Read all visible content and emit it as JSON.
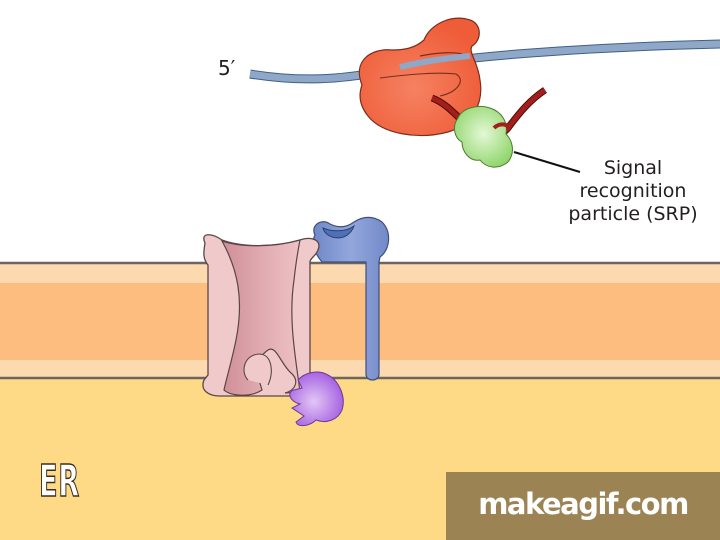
{
  "diagram": {
    "title": "Co-translational targeting of a ribosome to the ER membrane",
    "labels": {
      "mrna_end": "5′",
      "srp_lines": [
        "Signal",
        "recognition",
        "particle (SRP)"
      ],
      "compartment": "ER"
    },
    "components": [
      {
        "id": "mrna",
        "name": "mRNA strand",
        "color": "#8fa8c8"
      },
      {
        "id": "ribosome",
        "name": "Ribosome",
        "color": "#f0623f"
      },
      {
        "id": "signal-peptide",
        "name": "Nascent polypeptide / signal sequence",
        "color": "#a31f1c"
      },
      {
        "id": "srp",
        "name": "Signal recognition particle (SRP)",
        "color": "#9edb7a"
      },
      {
        "id": "translocon",
        "name": "Translocation channel (translocon)",
        "color": "#efc6c6"
      },
      {
        "id": "srp-receptor",
        "name": "SRP receptor",
        "color": "#7f95cf"
      },
      {
        "id": "signal-peptidase",
        "name": "Enzyme at channel exit",
        "color": "#b77be0"
      }
    ],
    "membrane": {
      "outer_leaflet_color": "#fdd9b0",
      "core_color": "#fdbd7f",
      "inner_leaflet_color": "#fdd9b0",
      "edge_color": "#6f6460"
    },
    "lumen_color": "#fed986",
    "cytosol_color": "#ffffff"
  },
  "watermark": {
    "text": "makeagif.com",
    "background": "#9c8353",
    "text_color": "#ffffff"
  }
}
